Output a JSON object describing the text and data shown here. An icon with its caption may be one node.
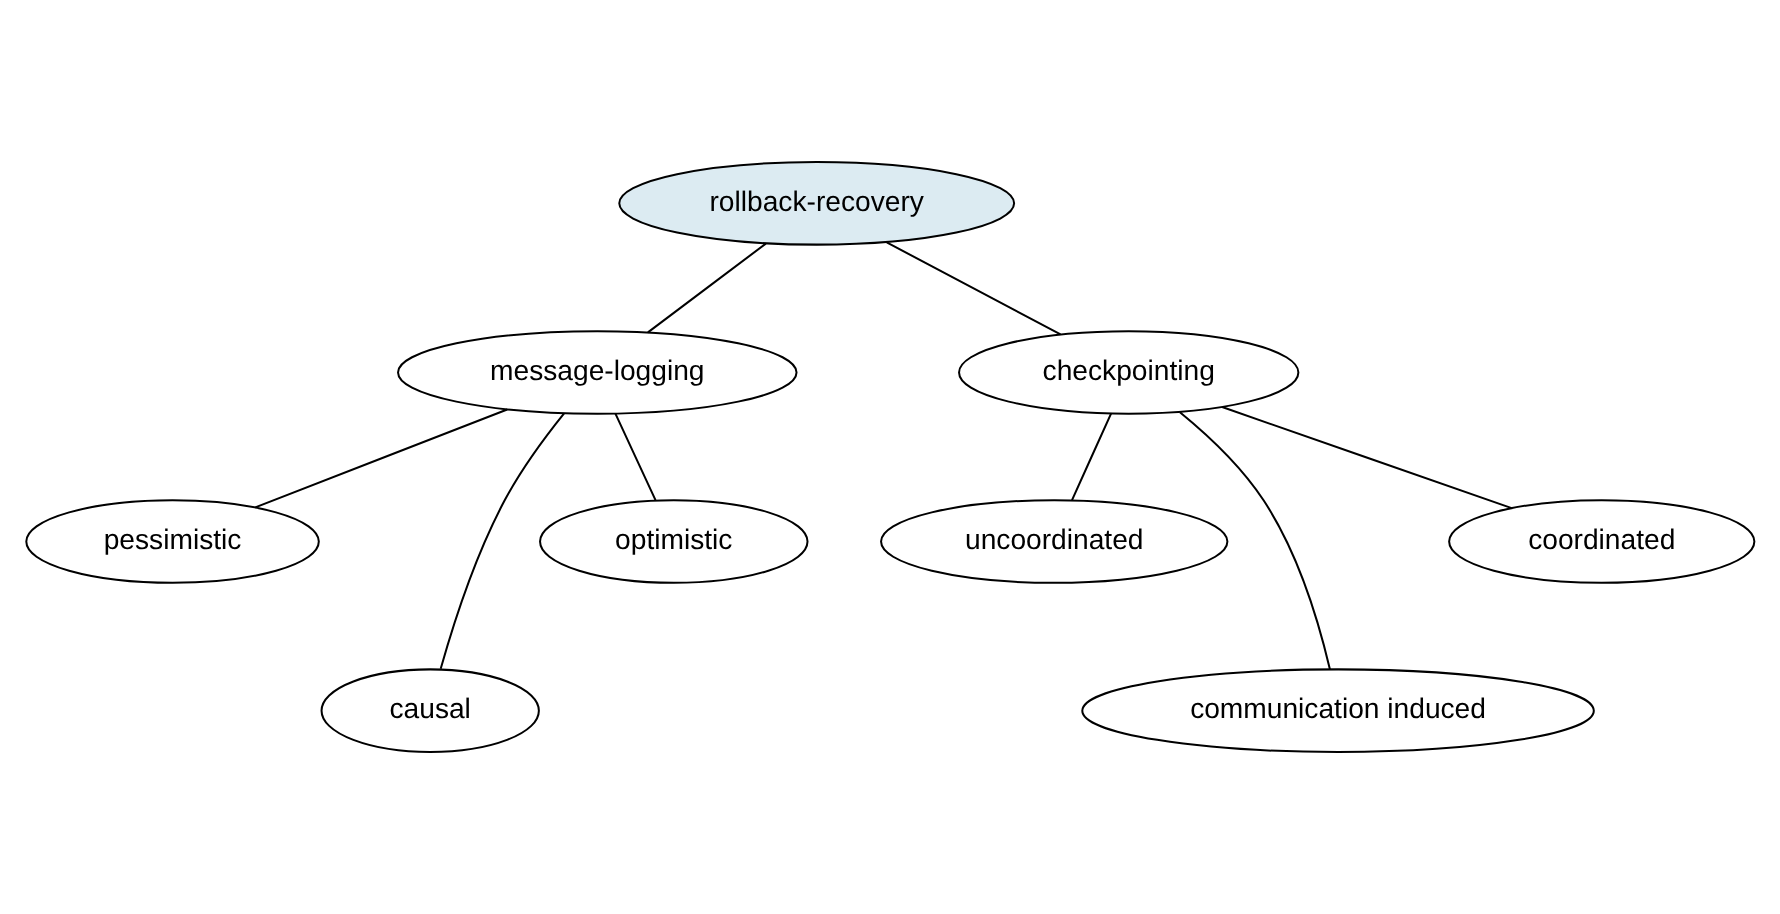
{
  "diagram": {
    "nodes": [
      {
        "text": [
          "rollback-recovery"
        ]
      },
      {
        "text": [
          "message-logging"
        ]
      },
      {
        "text": [
          "checkpointing"
        ]
      },
      {
        "text": [
          "pessimistic"
        ]
      },
      {
        "text": [
          "causal"
        ]
      },
      {
        "text": [
          "optimistic"
        ]
      },
      {
        "text": [
          "uncoordinated"
        ]
      },
      {
        "text": [
          "communication induced"
        ]
      },
      {
        "text": [
          "coordinated"
        ]
      }
    ],
    "edges": [
      {
        "from": 0,
        "to": 1,
        "arrow": "none"
      },
      {
        "from": 0,
        "to": 2,
        "arrow": "none"
      },
      {
        "from": 1,
        "to": 3,
        "arrow": "none"
      },
      {
        "from": 1,
        "to": 4,
        "arrow": "none"
      },
      {
        "from": 1,
        "to": 5,
        "arrow": "none"
      },
      {
        "from": 2,
        "to": 6,
        "arrow": "none"
      },
      {
        "from": 2,
        "to": 7,
        "arrow": "none"
      },
      {
        "from": 2,
        "to": 8,
        "arrow": "none"
      }
    ]
  }
}
